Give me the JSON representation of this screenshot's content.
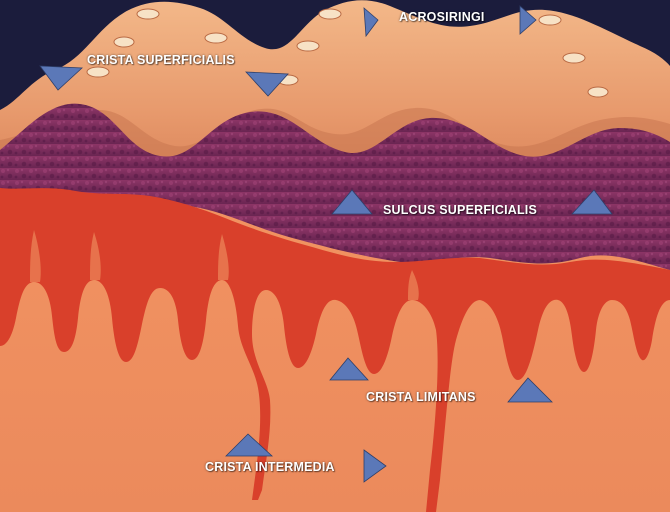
{
  "labels": {
    "acrosiringi": "ACROSIRINGI",
    "crista_superficialis": "CRISTA SUPERFICIALIS",
    "sulcus_superficialis": "SULCUS SUPERFICIALIS",
    "crista_limitans": "CRISTA LIMITANS",
    "crista_intermedia": "CRISTA INTERMEDIA"
  },
  "colors": {
    "background_dark": "#1a1a3a",
    "epidermis_surface": "#e49a6a",
    "epidermis_highlight": "#f2b784",
    "granular_layer": "#7a2a5a",
    "basal_layer": "#d9402a",
    "dermis": "#ee8a5a",
    "arrow": "#5b78b8",
    "label_text": "#ffffff"
  },
  "icons": {
    "pointer": "triangle-arrow-icon",
    "pore": "sweat-pore-icon"
  }
}
